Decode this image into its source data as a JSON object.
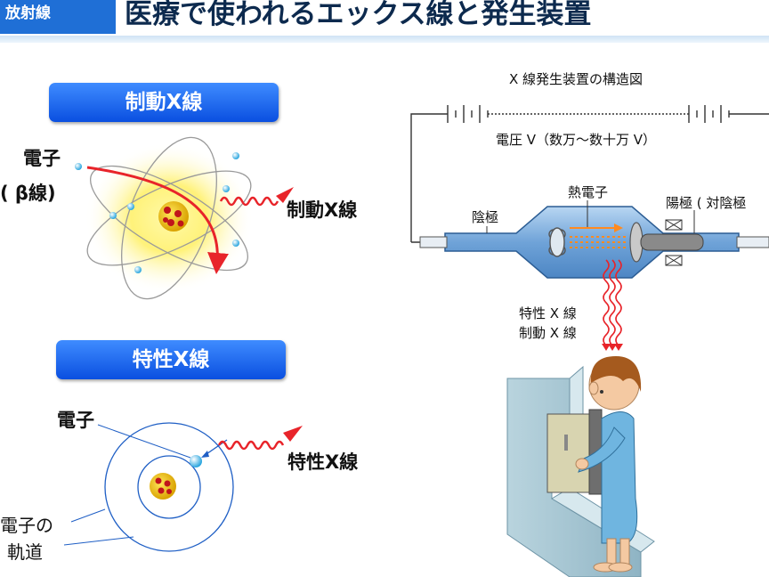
{
  "header": {
    "tag": "放射線",
    "title": "医療で使われるエックス線と発生装置"
  },
  "bremsstrahlung_panel": {
    "heading": "制動X線",
    "electron_label_line1": "電子",
    "electron_label_line2": "( β線)",
    "output_label": "制動X線"
  },
  "characteristic_panel": {
    "heading": "特性X線",
    "electron_label": "電子",
    "output_label": "特性X線",
    "orbit_label_line1": "電子の",
    "orbit_label_line2": "軌道"
  },
  "device": {
    "title": "X 線発生装置の構造図",
    "voltage": "電圧 V（数万〜数十万 V）",
    "thermal_electron": "熱電子",
    "cathode": "陰極",
    "anode": "陽極 ( 対陰極",
    "emission_line1": "特性 X 線",
    "emission_line2": "制動 X 線"
  },
  "colors": {
    "accent_blue": "#1f6fd6",
    "xray_red": "#e8242a",
    "electron_cyan": "#39b6e8",
    "tube_blue": "#7fb0e0"
  }
}
